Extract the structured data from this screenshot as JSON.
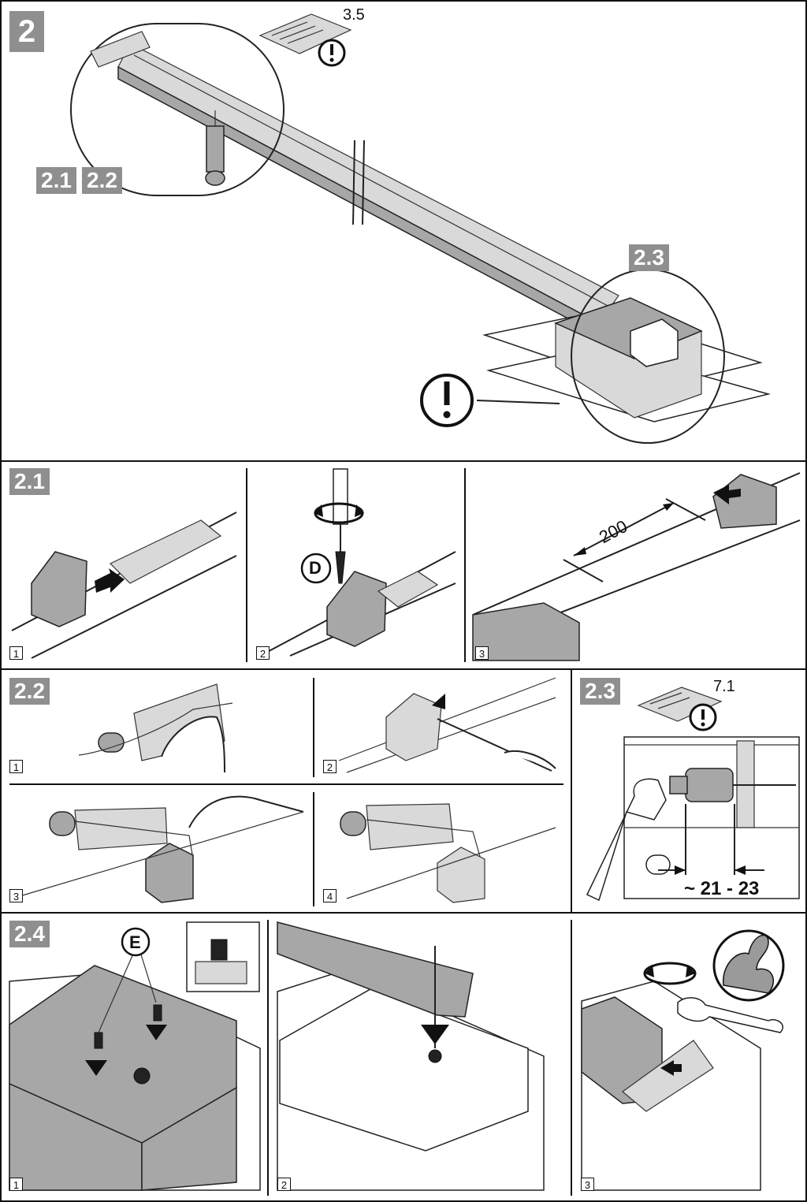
{
  "main": {
    "step_number": "2",
    "ref_page": "3.5"
  },
  "sections": {
    "s2_1": {
      "label": "2.1",
      "steps": [
        "1",
        "2",
        "3"
      ],
      "part_letter": "D",
      "dimension": "200"
    },
    "s2_2": {
      "label": "2.2",
      "steps": [
        "1",
        "2",
        "3",
        "4"
      ]
    },
    "s2_3": {
      "label": "2.3",
      "ref_page": "7.1",
      "dimension": "~ 21 - 23"
    },
    "s2_4": {
      "label": "2.4",
      "steps": [
        "1",
        "2",
        "3"
      ],
      "part_letter": "E"
    }
  },
  "callouts": {
    "detail_a": "2.1",
    "detail_b": "2.2",
    "detail_c": "2.3"
  },
  "colors": {
    "label_bg": "#8f8f8f",
    "line": "#111111",
    "part_grey": "#a7a7a7"
  },
  "icons": [
    "warning-icon",
    "manual-icon",
    "rotate-icon",
    "strength-icon"
  ]
}
